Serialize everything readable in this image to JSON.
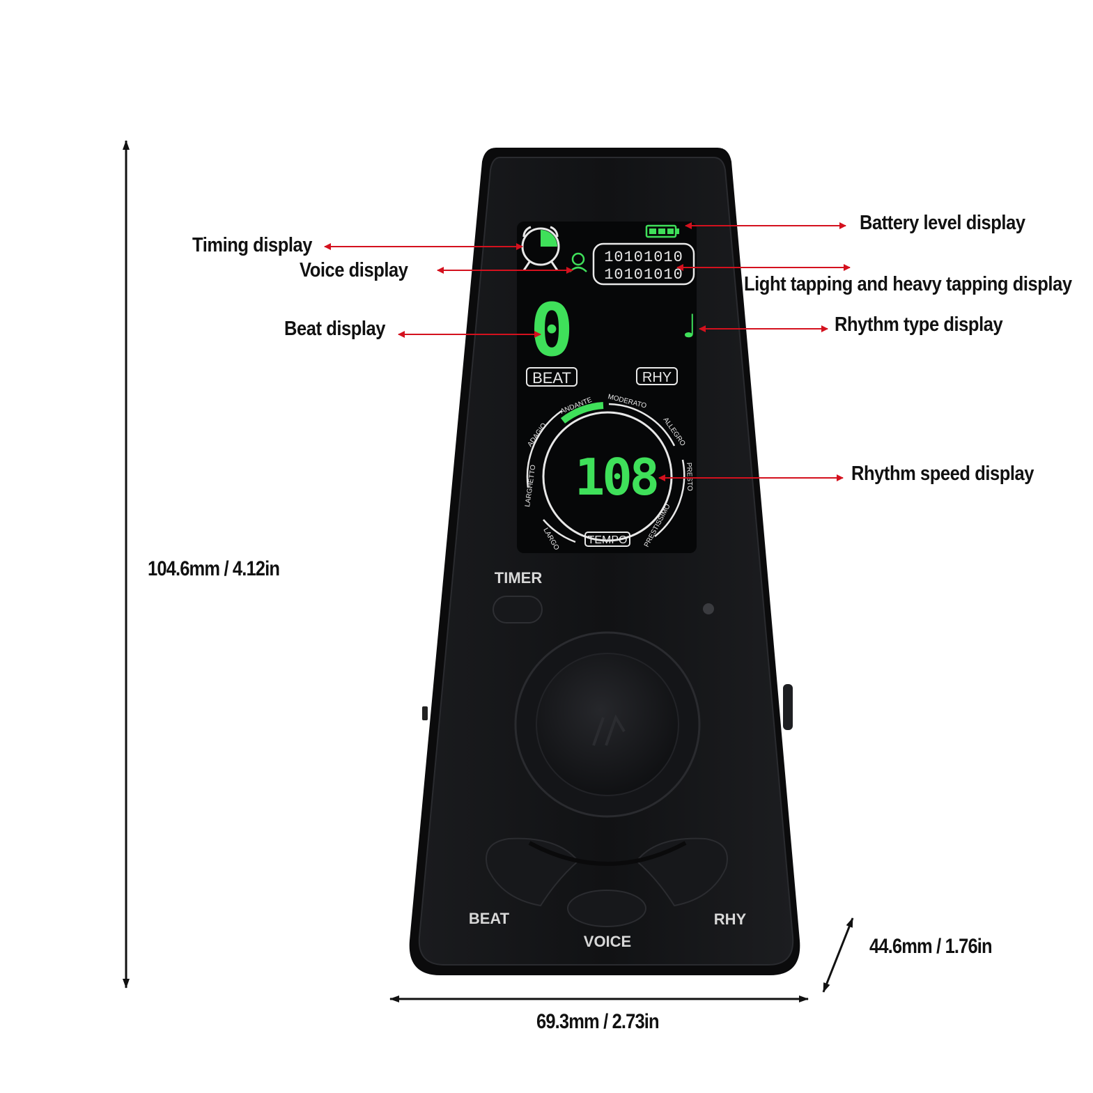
{
  "labels": {
    "timing": "Timing display",
    "voice": "Voice display",
    "beat": "Beat display",
    "battery": "Battery level display",
    "tapping": "Light tapping and heavy tapping display",
    "rhythm_type": "Rhythm type display",
    "rhythm_speed": "Rhythm speed display"
  },
  "dimensions": {
    "height": "104.6mm / 4.12in",
    "width": "69.3mm / 2.73in",
    "depth": "44.6mm / 1.76in"
  },
  "screen": {
    "beat_value": "0",
    "beat_tag": "BEAT",
    "rhy_tag": "RHY",
    "tempo_value": "108",
    "tempo_tag": "TEMPO",
    "tap_row_1": "10101010",
    "tap_row_2": "10101010",
    "rhythm_glyph": "♩",
    "tempo_marks": [
      "LARGO",
      "LARGHETTO",
      "ADAGIO",
      "ANDANTE",
      "MODERATO",
      "ALLEGRO",
      "PRESTO",
      "PRESTISSIMO"
    ]
  },
  "buttons": {
    "timer": "TIMER",
    "beat": "BEAT",
    "voice": "VOICE",
    "rhy": "RHY"
  },
  "colors": {
    "arrow": "#d4111e",
    "lcd_green": "#3fe05a",
    "body": "#121315"
  }
}
